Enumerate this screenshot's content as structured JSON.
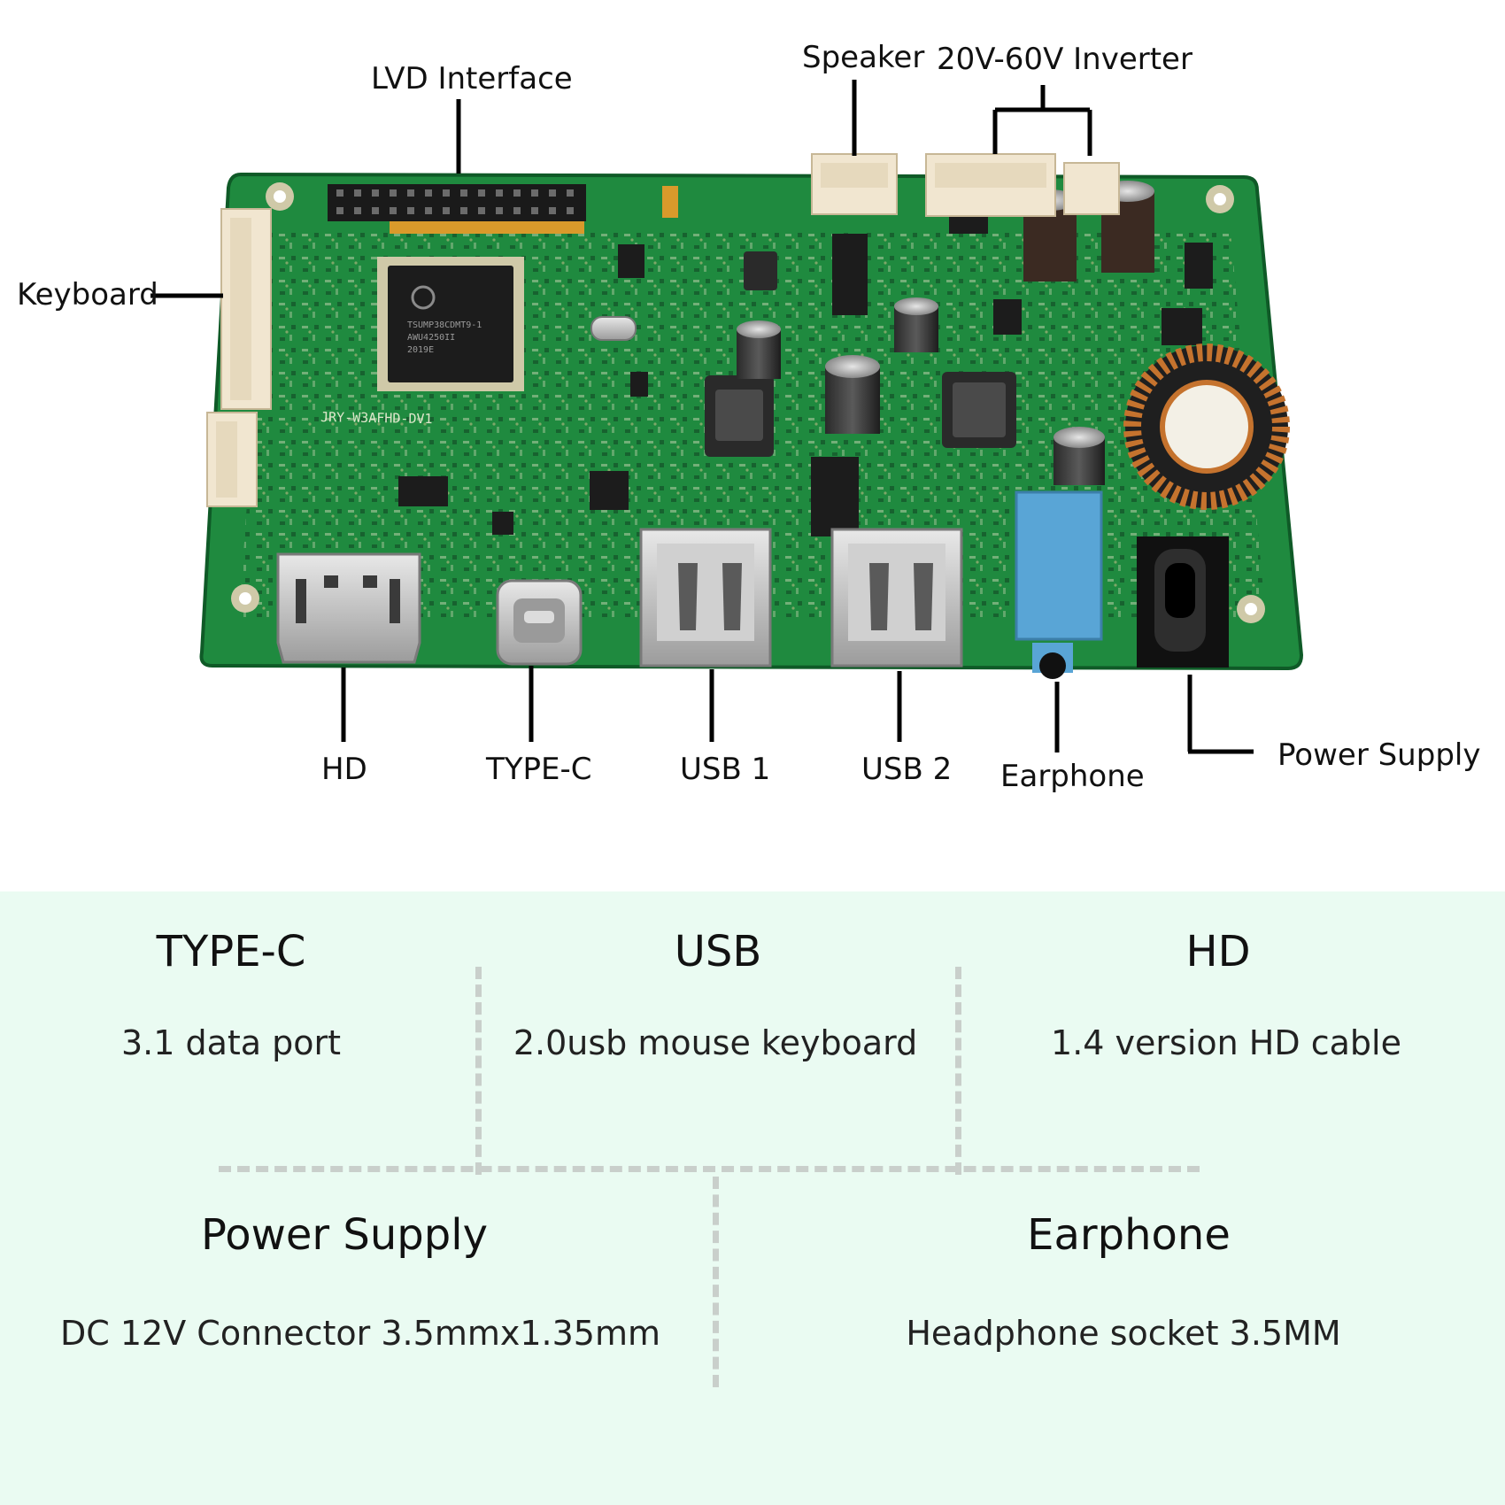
{
  "callouts": {
    "lvds": "LVD Interface",
    "speaker": "Speaker",
    "inverter": "20V-60V Inverter",
    "keyboard": "Keyboard",
    "hd": "HD",
    "typec": "TYPE-C",
    "usb1": "USB 1",
    "usb2": "USB 2",
    "earphone": "Earphone",
    "power": "Power Supply"
  },
  "chip": {
    "line1": "TSUMP38CDMT9-1",
    "line2": "AWU4250II",
    "line3": "2019E"
  },
  "board_marking": "JRY-W3AFHD-DV1",
  "specs": {
    "typec": {
      "title": "TYPE-C",
      "desc": "3.1 data port"
    },
    "usb": {
      "title": "USB",
      "desc": "2.0usb mouse keyboard"
    },
    "hd": {
      "title": "HD",
      "desc": "1.4 version HD cable"
    },
    "power": {
      "title": "Power Supply",
      "desc": "DC 12V Connector 3.5mmx1.35mm"
    },
    "earphone": {
      "title": "Earphone",
      "desc": "Headphone socket 3.5MM"
    }
  },
  "colors": {
    "pcb": "#1f8a3f",
    "panel": "#eafbf2",
    "divider": "#c9cfcb"
  }
}
